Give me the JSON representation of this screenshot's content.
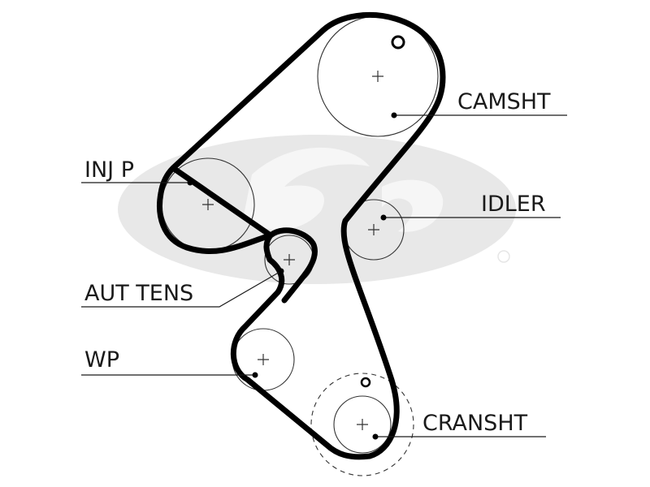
{
  "labels": {
    "camshaft": "CAMSHT",
    "injection_pump": "INJ P",
    "idler": "IDLER",
    "auto_tensioner": "AUT TENS",
    "water_pump": "WP",
    "crankshaft": "CRANSHT"
  },
  "colors": {
    "belt": "#000000",
    "line": "#1a1a1a",
    "watermark": "#e6e6e6"
  }
}
